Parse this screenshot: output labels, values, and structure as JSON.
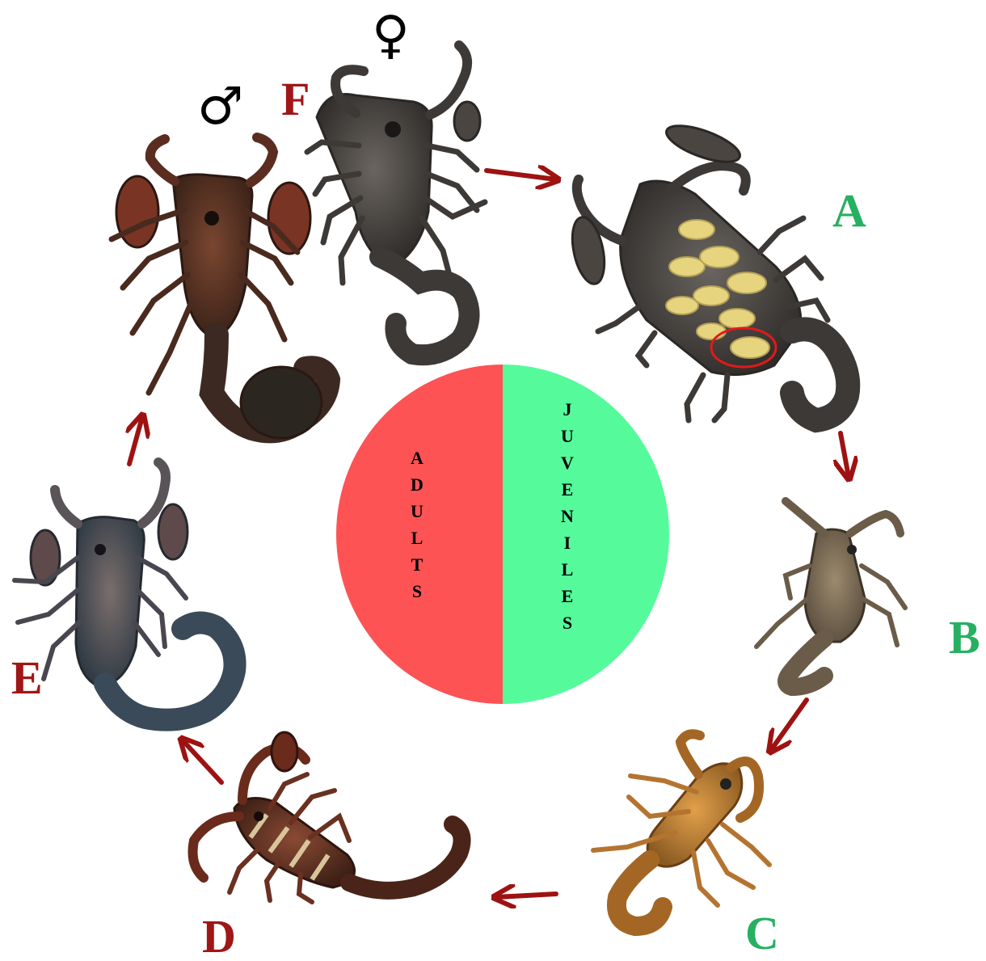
{
  "center_circle": {
    "left_word": "ADULTS",
    "right_word": "JUVENILES",
    "left_color": "#fd5355",
    "right_color": "#55fb9a"
  },
  "stages": [
    {
      "label": "A",
      "group": "juvenile",
      "color": "#27b061"
    },
    {
      "label": "B",
      "group": "juvenile",
      "color": "#27b061"
    },
    {
      "label": "C",
      "group": "juvenile",
      "color": "#27b061"
    },
    {
      "label": "D",
      "group": "adult",
      "color": "#a01616"
    },
    {
      "label": "E",
      "group": "adult",
      "color": "#a01616"
    },
    {
      "label": "F",
      "group": "adult",
      "color": "#a01616"
    }
  ],
  "sex_symbols": {
    "female": "♀",
    "male": "♂"
  },
  "arrow_color": "#9e1212"
}
